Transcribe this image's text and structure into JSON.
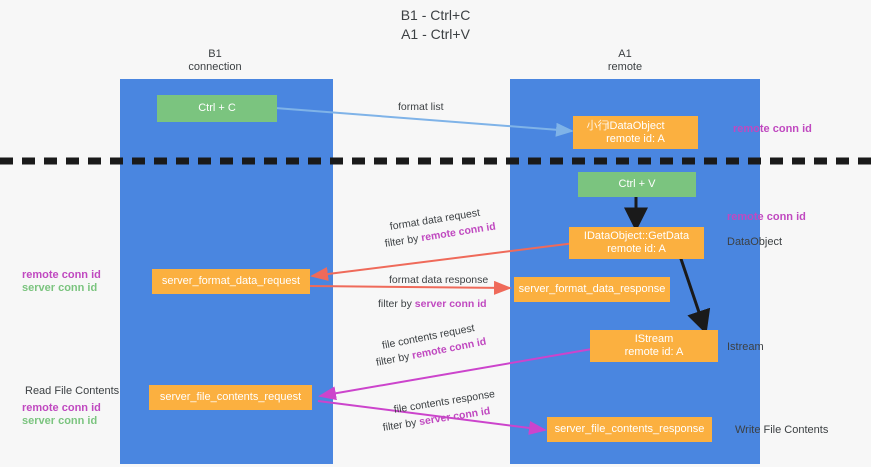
{
  "title": "B1 - Ctrl+C\nA1 - Ctrl+V",
  "lanes": [
    {
      "id": "b1",
      "head": "B1\nconnection"
    },
    {
      "id": "a1",
      "head": "A1\nremote"
    }
  ],
  "nodes": {
    "ctrl_c": {
      "line1": "Ctrl + C",
      "line2": ""
    },
    "idataobject": {
      "line1": "IDataObject",
      "line2": "remote id: A",
      "garble": "小行"
    },
    "ctrl_v": {
      "line1": "Ctrl + V",
      "line2": ""
    },
    "getdata": {
      "line1": "IDataObject::GetData",
      "line2": "remote id: A"
    },
    "fmt_request": {
      "line1": "server_format_data_request",
      "line2": ""
    },
    "fmt_response": {
      "line1": "server_format_data_response",
      "line2": ""
    },
    "istream": {
      "line1": "IStream",
      "line2": "remote id: A"
    },
    "file_request": {
      "line1": "server_file_contents_request",
      "line2": ""
    },
    "file_response": {
      "line1": "server_file_contents_response",
      "line2": ""
    }
  },
  "edge_labels": {
    "format_list": "format list",
    "format_data_request": "format data request",
    "format_data_request_filter_pre": "filter by ",
    "format_data_request_filter_key": "remote conn id",
    "format_data_response": "format data response",
    "format_data_response_filter_pre": "filter by ",
    "format_data_response_filter_key": "server conn id",
    "file_contents_request": "file contents request",
    "file_contents_request_filter_pre": "filter by ",
    "file_contents_request_filter_key": "remote conn id",
    "file_contents_response": "file contents response",
    "file_contents_response_filter_pre": "filter by ",
    "file_contents_response_filter_key": "server conn id"
  },
  "annotations": {
    "right_remote_conn_id_top": "remote conn id",
    "right_remote_conn_id_mid": "remote conn id",
    "right_dataobject": "DataObject",
    "right_istream": "Istream",
    "right_write_file_contents": "Write File Contents",
    "left_remote_conn_id": "remote conn id",
    "left_server_conn_id": "server conn id",
    "left_read_file_contents": "Read File Contents",
    "left_remote_conn_id_2": "remote conn id",
    "left_server_conn_id_2": "server conn id"
  },
  "colors": {
    "lane": "#4a86e0",
    "green_node": "#7bc47f",
    "orange_node": "#fbb040",
    "magenta": "#c049c0",
    "green_text": "#7bc47f",
    "blue_arrow": "#7fb3e8",
    "red_arrow": "#ef6a5a",
    "magenta_arrow": "#cc44cc",
    "black_arrow": "#1a1a1a",
    "background": "#f7f7f7"
  }
}
